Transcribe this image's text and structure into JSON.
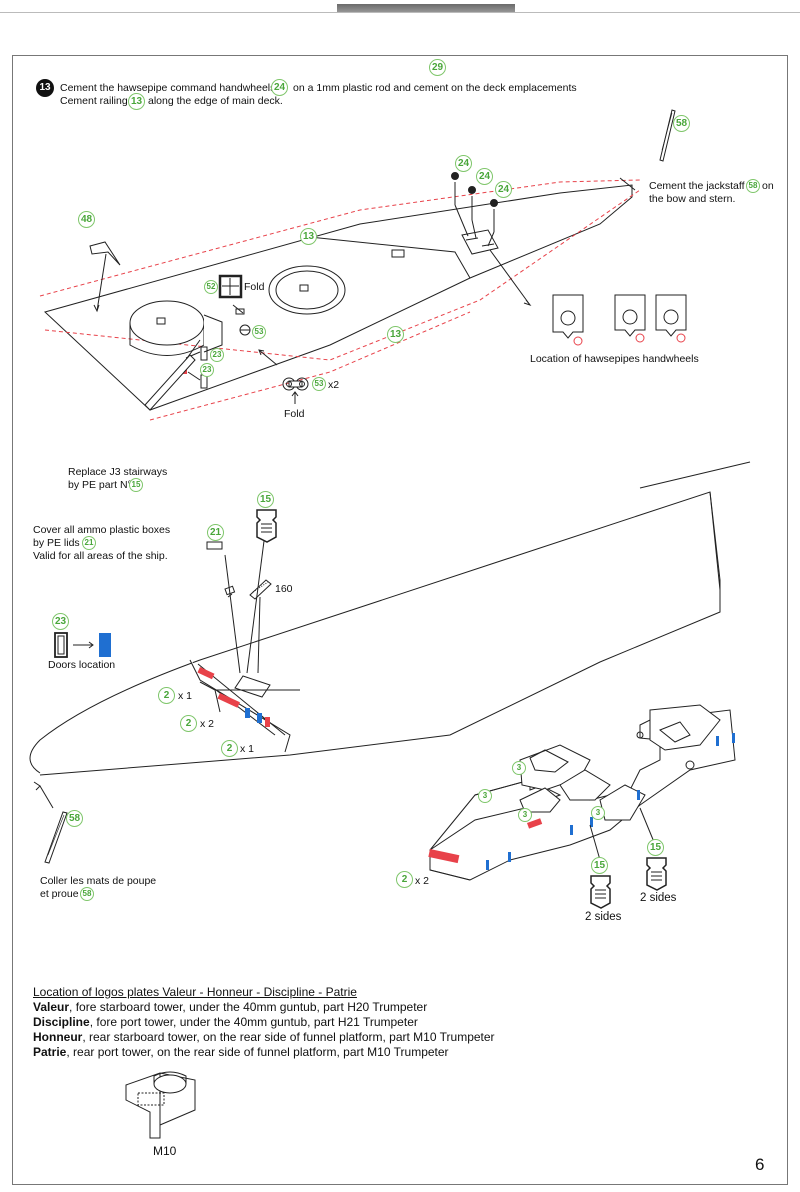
{
  "step": {
    "number": "13",
    "line1": "Cement the hawsepipe command handwheels",
    "ref1": "24",
    "line1b": "on a 1mm plastic rod and cement on the deck emplacements",
    "line2": "Cement railing",
    "ref2": "13",
    "line2b": "along the edge of main deck."
  },
  "part_refs": {
    "p29": "29",
    "p24a": "24",
    "p24b": "24",
    "p24c": "24",
    "p58a": "58",
    "p48": "48",
    "p13a": "13",
    "p13b": "13",
    "p52": "52",
    "p53a": "53",
    "p23a": "23",
    "p23b": "23",
    "p53b": "53",
    "p15a": "15",
    "p21": "21",
    "p23c": "23",
    "p2a": "2",
    "p2b": "2",
    "p2c": "2",
    "p58b": "58",
    "p3a": "3",
    "p3b": "3",
    "p3c": "3",
    "p3d": "3",
    "p2d": "2",
    "p15b": "15",
    "p15c": "15"
  },
  "labels": {
    "fold1": "Fold",
    "fold2": "Fold",
    "x2a": "x2",
    "jackstaff": "Cement the jackstaff",
    "jackstaff_ref": "58",
    "jackstaff_b": "on",
    "jackstaff_c": "the bow and stern.",
    "hawsepipes": "Location of hawsepipes handwheels",
    "stairs1": "Replace J3 stairways",
    "stairs2": "by PE part N°",
    "stairs_ref": "15",
    "ammo1": "Cover all ammo plastic boxes",
    "ammo2": "by PE lids",
    "ammo_ref": "21",
    "ammo3": "Valid for all areas of the ship.",
    "n160": "160",
    "doors": "Doors location",
    "x1a": "x 1",
    "x2b": "x 2",
    "x1b": "x 1",
    "mats1": "Coller les mats de poupe",
    "mats2": "et proue",
    "mats_ref": "58",
    "x2c": "x 2",
    "sides1": "2 sides",
    "sides2": "2 sides"
  },
  "logos": {
    "title": "Location of logos plates Valeur - Honneur - Discipline - Patrie",
    "rows": [
      {
        "name": "Valeur",
        "text": ", fore starboard tower, under the 40mm guntub, part H20 Trumpeter"
      },
      {
        "name": "Discipline",
        "text": ", fore port tower, under the 40mm guntub, part H21 Trumpeter"
      },
      {
        "name": "Honneur",
        "text": ", rear starboard tower, on the rear side of funnel platform, part M10 Trumpeter"
      },
      {
        "name": "Patrie",
        "text": ", rear port tower, on the rear side of funnel platform, part M10 Trumpeter"
      }
    ],
    "part_label": "M10"
  },
  "page_number": "6",
  "colors": {
    "pe_green": "#49a63a",
    "door_blue": "#1f6fd1",
    "railing_red": "#e8424a"
  }
}
